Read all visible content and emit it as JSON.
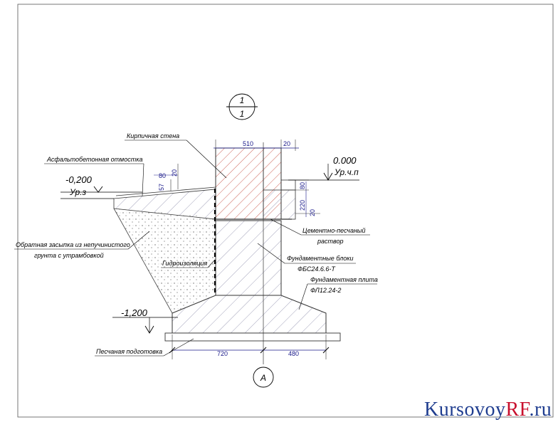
{
  "section_mark": {
    "top": "1",
    "bottom": "1"
  },
  "axis_mark": "А",
  "labels": {
    "brick_wall": "Кирпичная стена",
    "asphalt_blind_area": "Асфальтобетонная отмостка",
    "backfill_line1": "Обратная засыпка из непучинистого",
    "backfill_line2": "грунта с утрамбовкой",
    "waterproofing": "Гидроизоляция",
    "mortar_line1": "Цементно-песчаный",
    "mortar_line2": "раствор",
    "blocks_line1": "Фундаментные блоки",
    "blocks_line2": "ФБС24.6.6-Т",
    "slab_line1": "Фундаментная плита",
    "slab_line2": "ФЛ12.24-2",
    "sand_bed": "Песчаная подготовка"
  },
  "levels": {
    "zero_value": "0.000",
    "zero_name": "Ур.ч.п",
    "ground_value": "-0,200",
    "ground_name": "Ур.з",
    "bottom_value": "-1,200"
  },
  "dimensions": {
    "wall_width": "510",
    "gap": "20",
    "blind_80": "80",
    "blind_20": "20",
    "blind_57": "57",
    "right_80": "80",
    "right_220": "220",
    "right_20": "20",
    "left_720": "720",
    "right_480": "480"
  },
  "watermark": {
    "part1": "Kursovoy",
    "part2": "RF",
    "part3": ".ru"
  },
  "colors": {
    "hatch": "#7a7a9a",
    "wall_hatch": "#c0392b",
    "dim": "#1a1a8a"
  }
}
